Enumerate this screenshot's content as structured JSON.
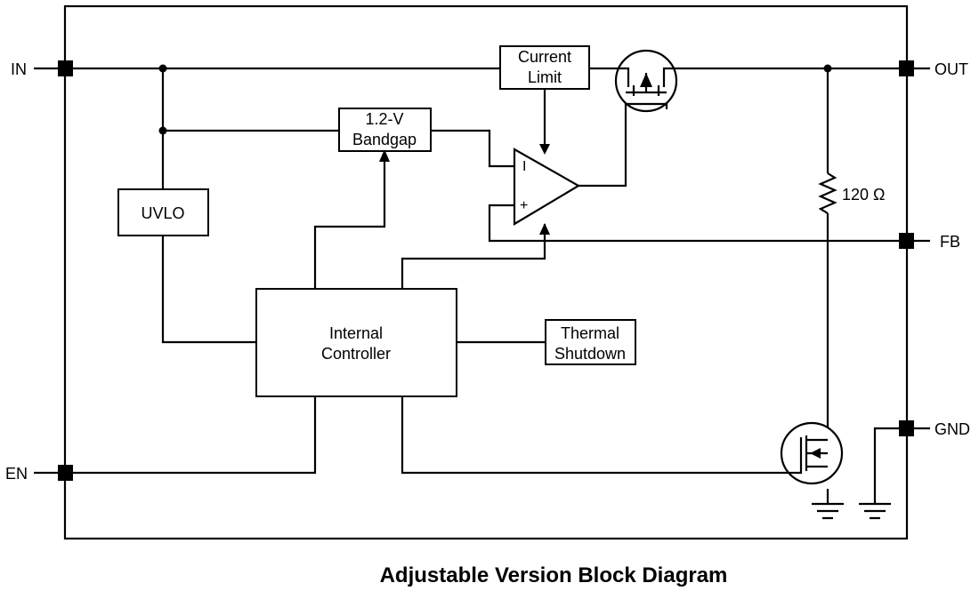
{
  "pins": {
    "in": "IN",
    "out": "OUT",
    "fb": "FB",
    "en": "EN",
    "gnd": "GND"
  },
  "blocks": {
    "current_limit": [
      "Current",
      "Limit"
    ],
    "bandgap": [
      "1.2-V",
      "Bandgap"
    ],
    "uvlo": "UVLO",
    "internal_controller": [
      "Internal",
      "Controller"
    ],
    "thermal_shutdown": [
      "Thermal",
      "Shutdown"
    ]
  },
  "amplifier": {
    "minus": "I",
    "plus": "+"
  },
  "resistor_label": "120 Ω",
  "caption": "Adjustable Version Block Diagram"
}
